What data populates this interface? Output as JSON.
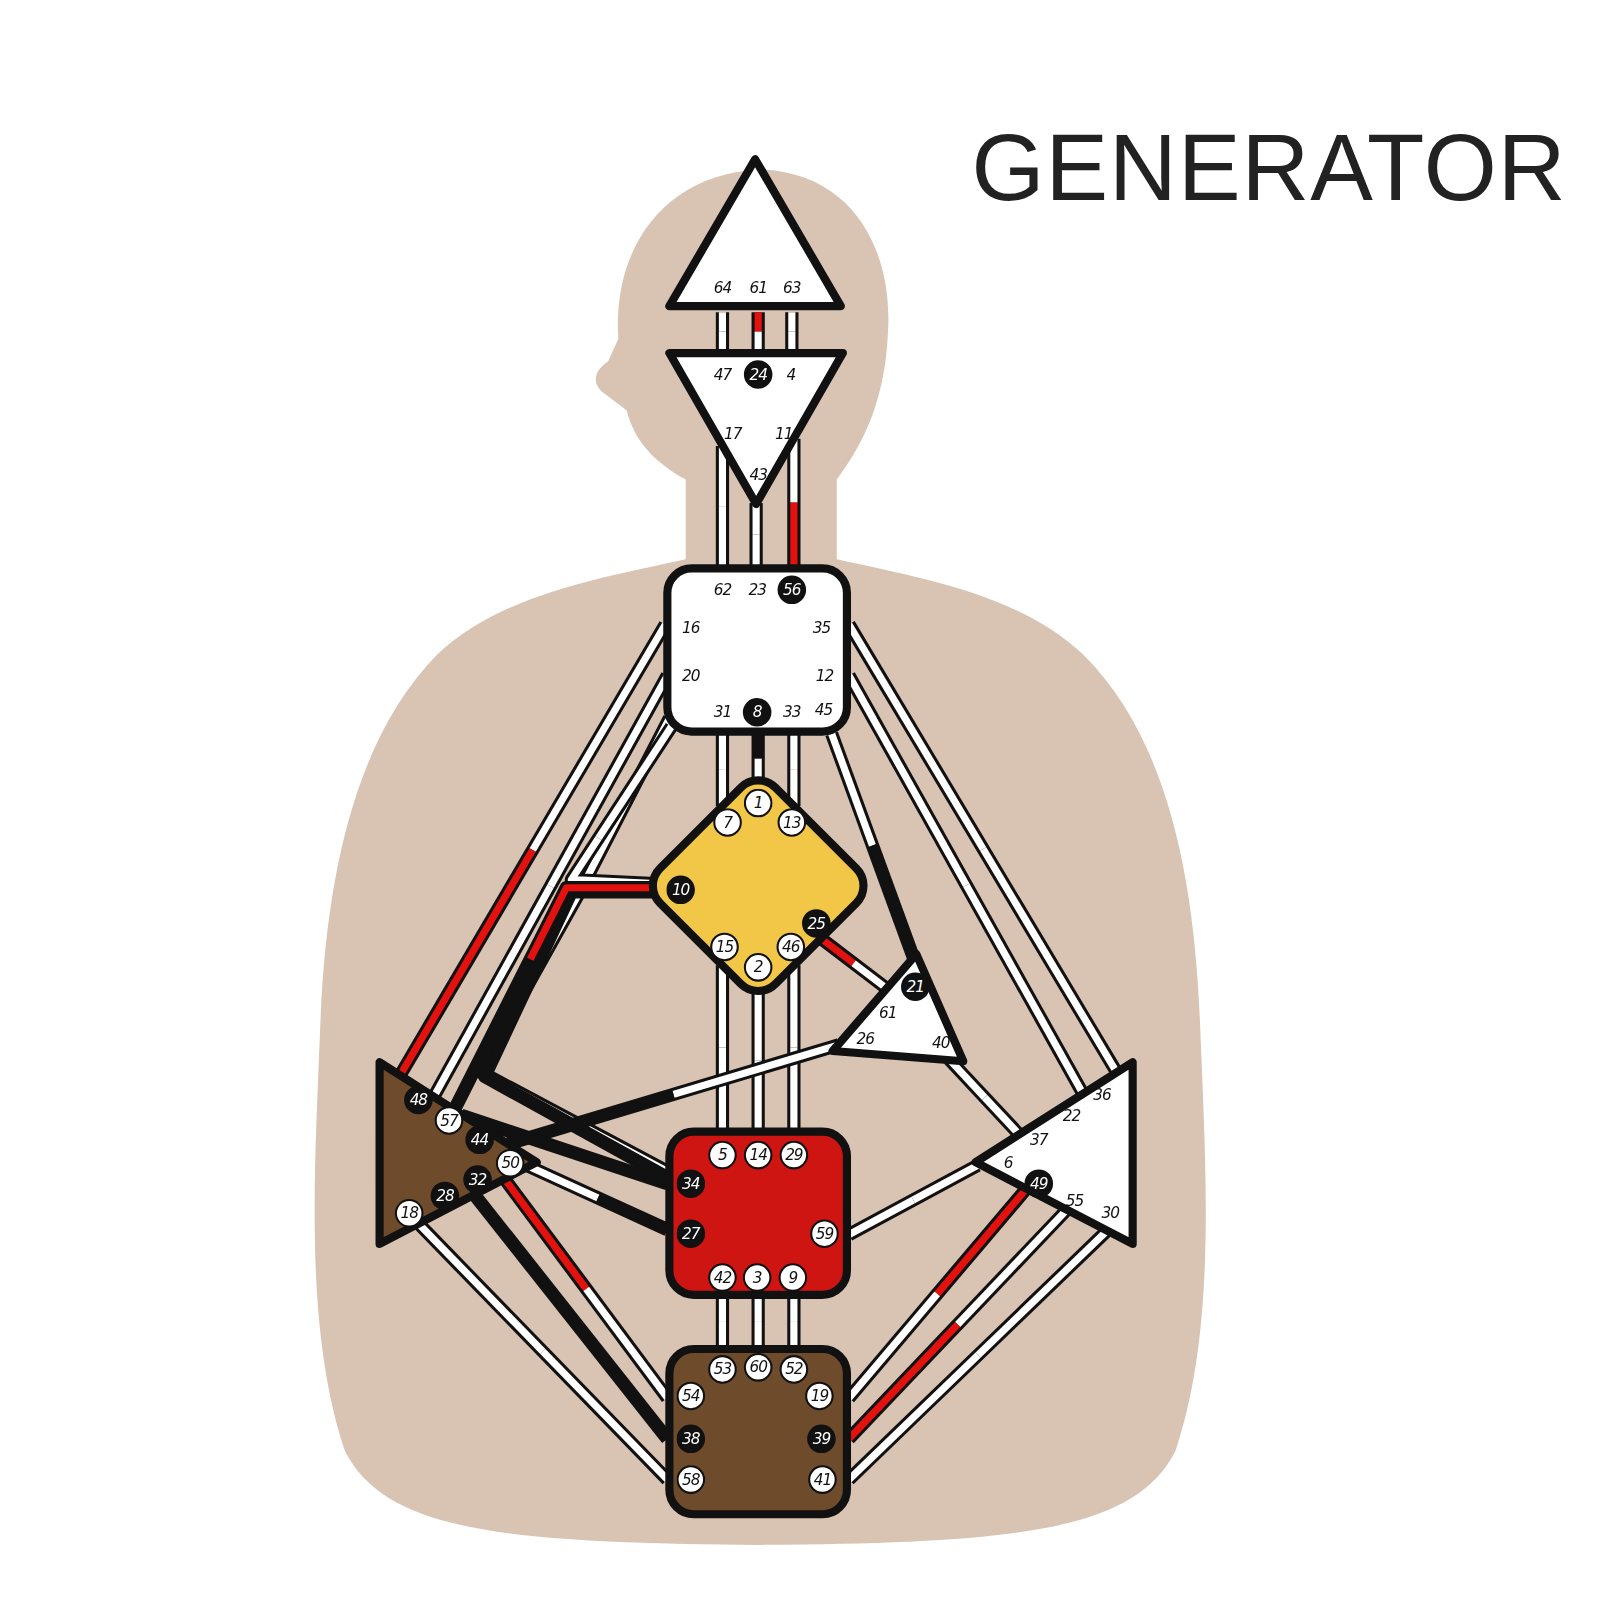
{
  "diagram": {
    "title": "GENERATOR",
    "nodes": [
      {
        "text": [
          "64",
          "61",
          "63"
        ]
      },
      {
        "text": [
          "47",
          "24",
          "4",
          "17",
          "11",
          "43"
        ]
      },
      {
        "text": [
          "62",
          "23",
          "56",
          "16",
          "35",
          "20",
          "12",
          "31",
          "8",
          "33",
          "45"
        ]
      },
      {
        "text": [
          "1",
          "7",
          "13",
          "10",
          "25",
          "15",
          "46",
          "2"
        ]
      },
      {
        "text": [
          "21",
          "61",
          "26",
          "40"
        ]
      },
      {
        "text": [
          "48",
          "57",
          "44",
          "50",
          "32",
          "28",
          "18"
        ]
      },
      {
        "text": [
          "5",
          "14",
          "29",
          "34",
          "27",
          "59",
          "42",
          "3",
          "9"
        ]
      },
      {
        "text": [
          "36",
          "22",
          "37",
          "6",
          "49",
          "55",
          "30"
        ]
      },
      {
        "text": [
          "53",
          "60",
          "52",
          "54",
          "19",
          "38",
          "39",
          "58",
          "41"
        ]
      }
    ],
    "edges": [
      {
        "from": 0,
        "to": 1,
        "arrow": "none"
      },
      {
        "from": 0,
        "to": 1,
        "arrow": "none"
      },
      {
        "from": 0,
        "to": 1,
        "arrow": "none"
      },
      {
        "from": 1,
        "to": 2,
        "arrow": "none"
      },
      {
        "from": 1,
        "to": 2,
        "arrow": "none"
      },
      {
        "from": 1,
        "to": 2,
        "arrow": "none"
      },
      {
        "from": 2,
        "to": 3,
        "arrow": "none"
      },
      {
        "from": 2,
        "to": 3,
        "arrow": "none"
      },
      {
        "from": 2,
        "to": 3,
        "arrow": "none"
      },
      {
        "from": 2,
        "to": 5,
        "arrow": "none"
      },
      {
        "from": 2,
        "to": 5,
        "arrow": "none"
      },
      {
        "from": 2,
        "to": 6,
        "arrow": "none"
      },
      {
        "from": 2,
        "to": 3,
        "arrow": "none"
      },
      {
        "from": 2,
        "to": 4,
        "arrow": "none"
      },
      {
        "from": 2,
        "to": 7,
        "arrow": "none"
      },
      {
        "from": 2,
        "to": 7,
        "arrow": "none"
      },
      {
        "from": 3,
        "to": 6,
        "arrow": "none"
      },
      {
        "from": 3,
        "to": 6,
        "arrow": "none"
      },
      {
        "from": 3,
        "to": 6,
        "arrow": "none"
      },
      {
        "from": 3,
        "to": 6,
        "arrow": "none"
      },
      {
        "from": 3,
        "to": 5,
        "arrow": "none"
      },
      {
        "from": 3,
        "to": 4,
        "arrow": "none"
      },
      {
        "from": 4,
        "to": 5,
        "arrow": "none"
      },
      {
        "from": 4,
        "to": 7,
        "arrow": "none"
      },
      {
        "from": 5,
        "to": 6,
        "arrow": "none"
      },
      {
        "from": 5,
        "to": 6,
        "arrow": "none"
      },
      {
        "from": 5,
        "to": 8,
        "arrow": "none"
      },
      {
        "from": 5,
        "to": 8,
        "arrow": "none"
      },
      {
        "from": 5,
        "to": 8,
        "arrow": "none"
      },
      {
        "from": 6,
        "to": 8,
        "arrow": "none"
      },
      {
        "from": 6,
        "to": 8,
        "arrow": "none"
      },
      {
        "from": 6,
        "to": 8,
        "arrow": "none"
      },
      {
        "from": 6,
        "to": 7,
        "arrow": "none"
      },
      {
        "from": 7,
        "to": 8,
        "arrow": "none"
      },
      {
        "from": 7,
        "to": 8,
        "arrow": "none"
      },
      {
        "from": 7,
        "to": 8,
        "arrow": "none"
      }
    ]
  }
}
